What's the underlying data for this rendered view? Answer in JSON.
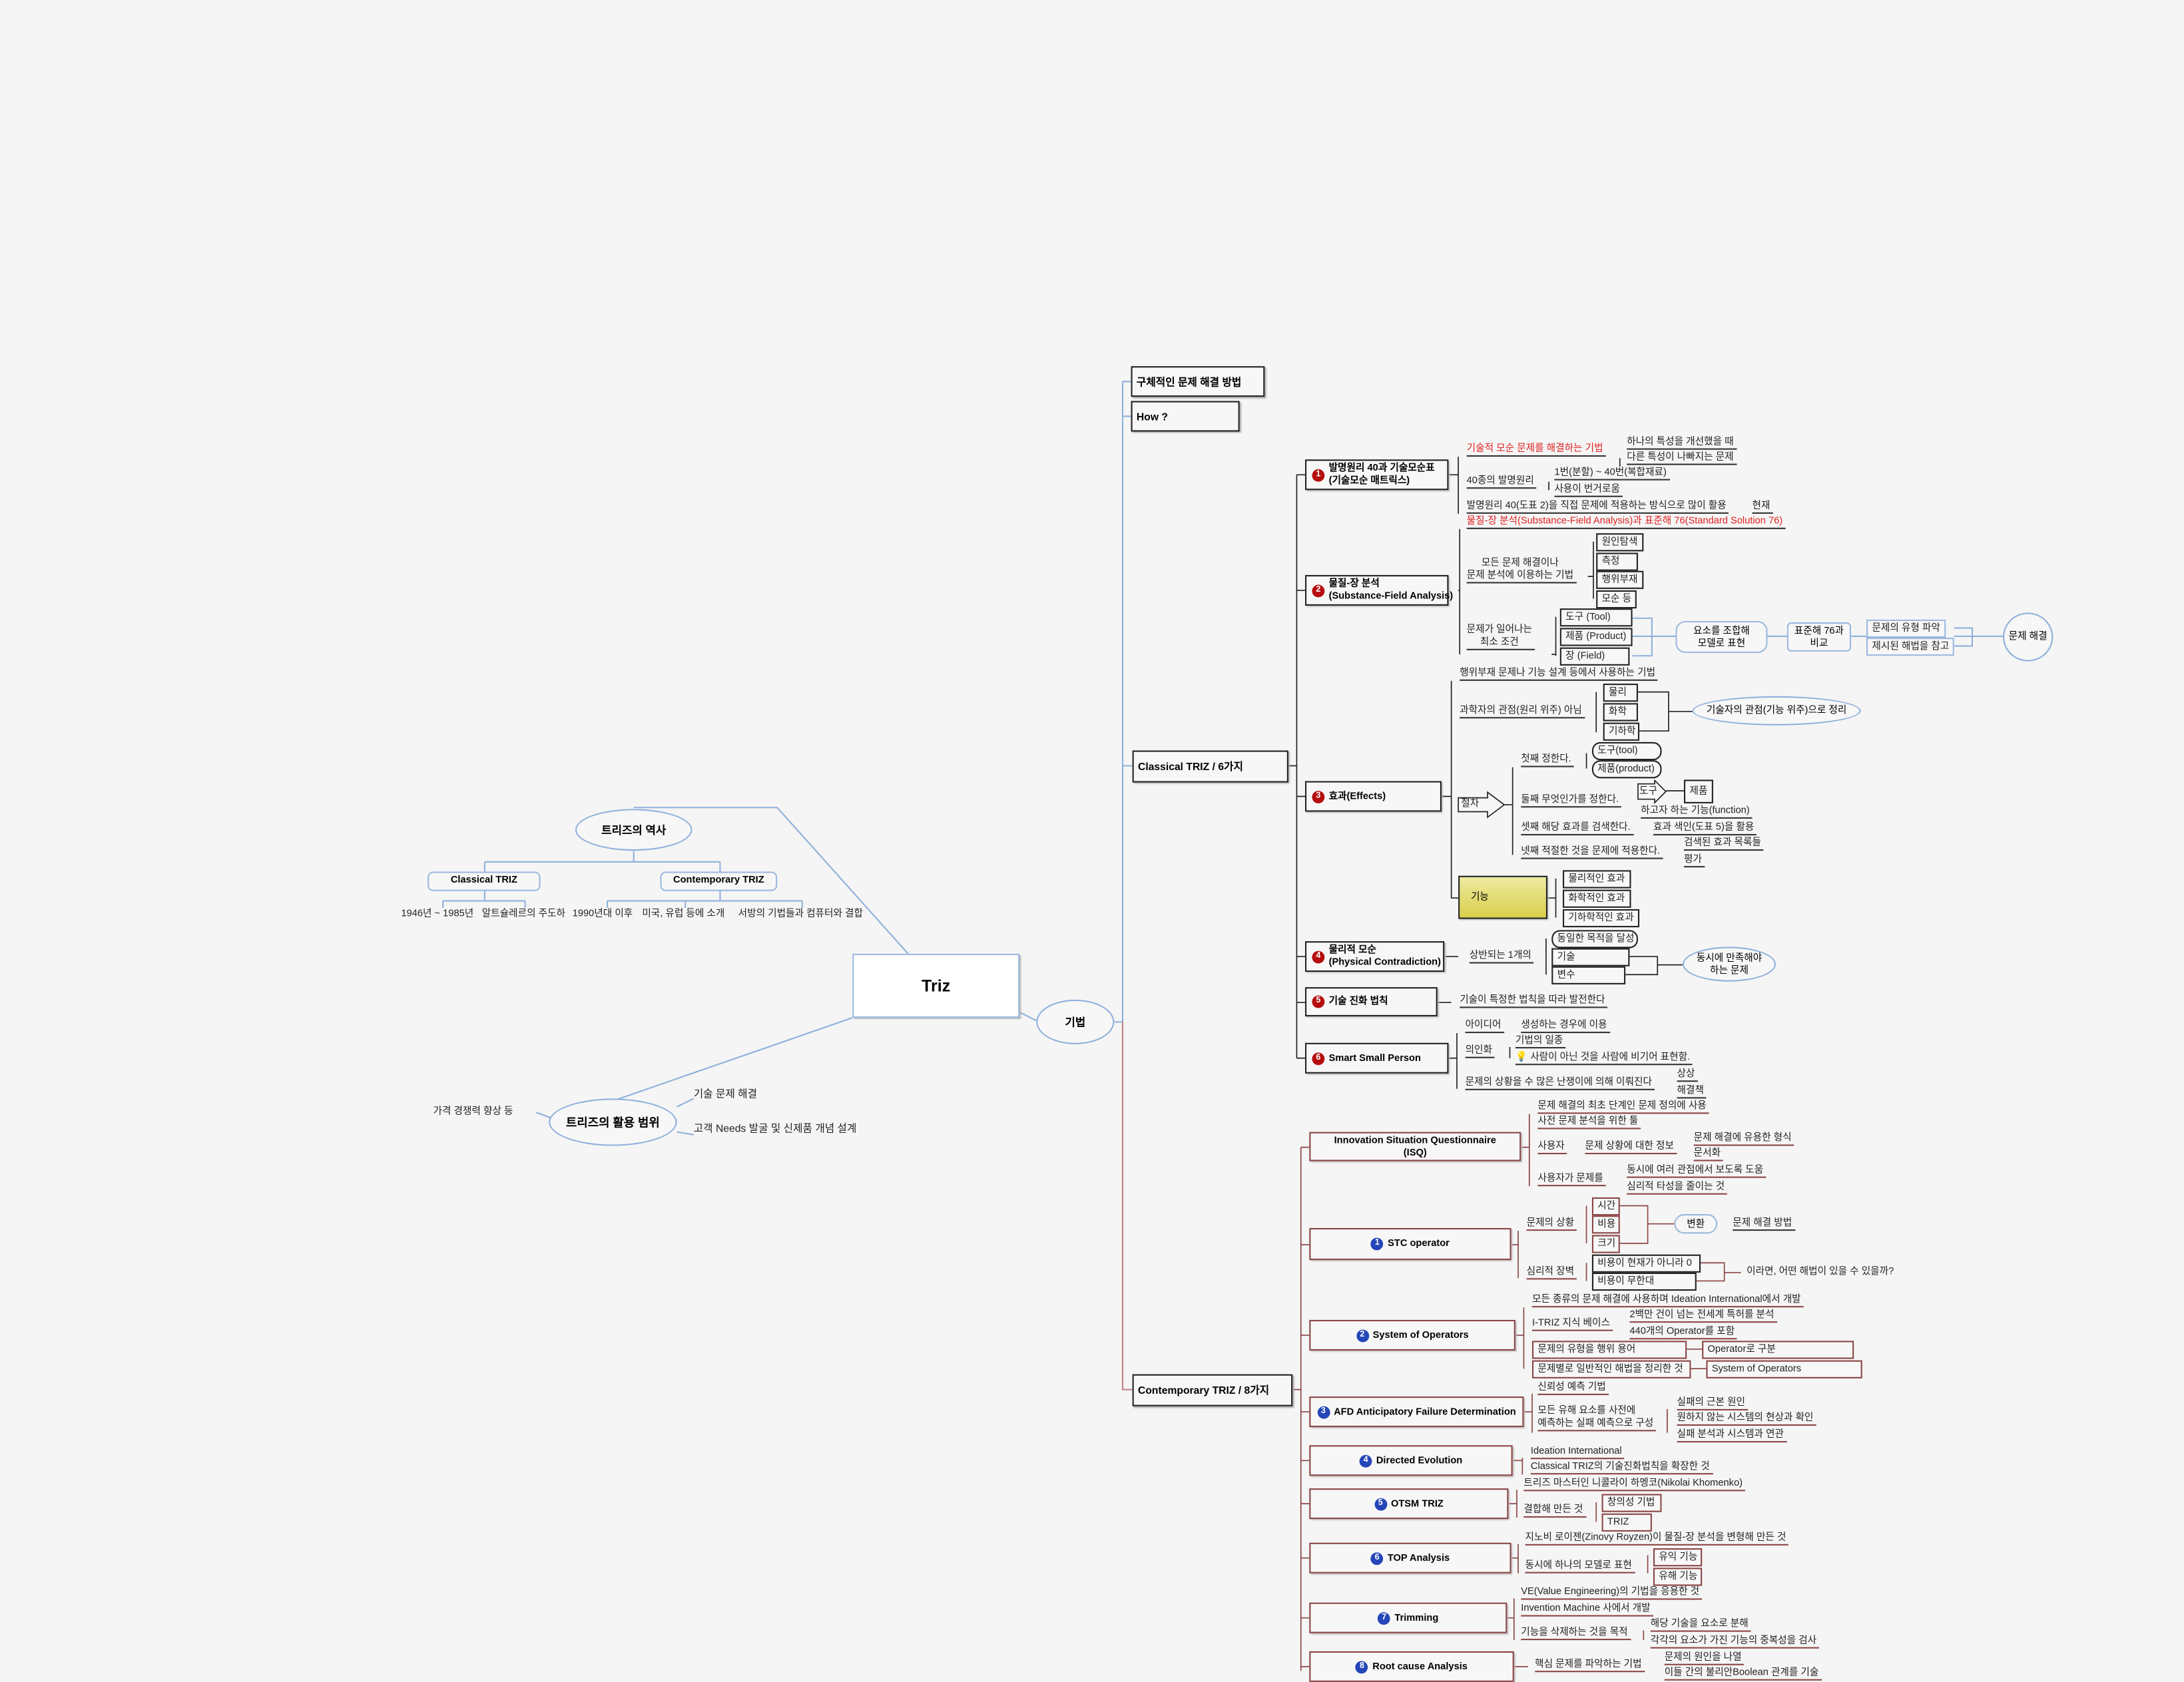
{
  "root": "Triz",
  "history": {
    "title": "트리즈의 역사",
    "classical": {
      "label": "Classical TRIZ",
      "details": [
        "1946년 ~ 1985년",
        "알트슐레르의 주도하"
      ]
    },
    "contemporary": {
      "label": "Contemporary TRIZ",
      "details": [
        "1990년대 이후",
        "미국, 유럽 등에 소개",
        "서방의 기법들과 컴퓨터와 결합"
      ]
    }
  },
  "usage": {
    "title": "트리즈의 활용 범위",
    "items": [
      "가격 경쟁력 향상 등",
      "기술 문제 해결",
      "고객 Needs 발굴 및 신제품 개념 설계"
    ]
  },
  "method": {
    "title": "기법",
    "concrete": "구체적인 문제 해결 방법",
    "how": "How ?"
  },
  "classical": {
    "title": "Classical TRIZ / 6가지",
    "c1": {
      "num": "1",
      "title": [
        "발명원리 40과 기술모순표",
        "(기술모순 매트릭스)"
      ],
      "red": "기술적 모순 문제를 해결하는 기법",
      "red_children": [
        "하나의 특성을 개선했을 때",
        "다른 특성이 나빠지는 문제"
      ],
      "principles": "40종의 발명원리",
      "principles_children": [
        "1번(분할) ~ 40번(복합재료)",
        "사용이 번거로움"
      ],
      "usage": "발명원리 40(도표 2)을 직접 문제에 적용하는 방식으로 많이 활용",
      "usage_child": "현재"
    },
    "c2": {
      "num": "2",
      "title": [
        "물질-장 분석",
        "(Substance-Field Analysis)"
      ],
      "red": "물질-장 분석(Substance-Field Analysis)과 표준해 76(Standard Solution 76)",
      "purpose": [
        "모든 문제 해결이나",
        "문제 분석에 이용하는 기법"
      ],
      "purpose_children": [
        "원인탐색",
        "측정",
        "행위부재",
        "모순 등"
      ],
      "condition": [
        "문제가 일어나는",
        "최소 조건"
      ],
      "condition_children": [
        "도구 (Tool)",
        "제품 (Product)",
        "장 (Field)"
      ],
      "model": [
        "요소를 조합해",
        "모델로 표현"
      ],
      "compare": [
        "표준해 76과",
        "비교"
      ],
      "compare_children": [
        "문제의 유형 파악",
        "제시된 해법을 참고"
      ],
      "result": "문제 해결"
    },
    "c3": {
      "num": "3",
      "title": "효과(Effects)",
      "usage": "행위부재 문제나 기능 설계 등에서 사용하는 기법",
      "view": "과학자의 관점(원리 위주) 아님",
      "view_children": [
        "물리",
        "화학",
        "기하학"
      ],
      "engineer": "기술자의 관점(기능 위주)으로 정리",
      "procedure": "절차",
      "step1": "첫째   정한다.",
      "step1_children": [
        "도구(tool)",
        "제품(product)"
      ],
      "step2": "둘째 무엇인가를 정한다.",
      "step2_tool": "도구",
      "step2_product": "제품",
      "step2_function": "하고자 하는 기능(function)",
      "step3": "셋째 해당 효과를 검색한다.",
      "step3_child": "효과 색인(도표 5)을 활용",
      "step4": "넷째 적절한 것을 문제에 적용한다.",
      "step4_children": [
        "검색된 효과 목록들",
        "평가"
      ],
      "function": "기능",
      "function_children": [
        "물리적인 효과",
        "화학적인 효과",
        "기하학적인 효과"
      ]
    },
    "c4": {
      "num": "4",
      "title": [
        "물리적 모순",
        "(Physical Contradiction)"
      ],
      "opposing": "상반되는 1개의",
      "children": [
        "동일한 목적을 달성",
        "기술",
        "변수"
      ],
      "result": [
        "동시에 만족해야",
        "하는 문제"
      ]
    },
    "c5": {
      "num": "5",
      "title": "기술 진화 법칙",
      "desc": "기술이 특정한 법칙을 따라 발전한다"
    },
    "c6": {
      "num": "6",
      "title": "Smart Small Person",
      "idea": "아이디어",
      "idea_child": "생성하는 경우에 이용",
      "personify": "의인화",
      "personify_children": [
        "기법의 일종",
        "사람이 아닌 것을 사람에 비기어 표현함."
      ],
      "situation": "문제의 상황을 수 많은 난쟁이에 의해 이뤄진다",
      "situation_children": [
        "상상",
        "해결책"
      ]
    }
  },
  "contemporary": {
    "title": "Contemporary TRIZ / 8가지",
    "isq": {
      "title": [
        "Innovation Situation Questionnaire",
        "(ISQ)"
      ],
      "items": [
        "문제 해결의 최초 단계인 문제 정의에 사용",
        "사전 문제 분석을 위한 툴"
      ],
      "user": "사용자",
      "user_info": "문제 상황에 대한 정보",
      "user_info_children": [
        "문제 해결에 유용한 형식",
        "문서화"
      ],
      "user_problem": "사용자가 문제를",
      "user_problem_children": [
        "동시에 여러 관점에서 보도록 도움",
        "심리적 타성을 줄이는 것"
      ]
    },
    "t1": {
      "num": "1",
      "title": "STC operator",
      "situation": "문제의 상황",
      "situation_children": [
        "시간",
        "비용",
        "크기"
      ],
      "transform": "변환",
      "transform_child": "문제 해결 방법",
      "barrier": "심리적 장벽",
      "barrier_children": [
        "비용이 현재가 아니라 0",
        "비용이 무한대"
      ],
      "barrier_result": "이라면, 어떤 해법이 있을 수 있을까?"
    },
    "t2": {
      "num": "2",
      "title": "System of Operators",
      "desc": "모든 종류의 문제 해결에 사용하며 Ideation International에서 개발",
      "kb": "I-TRIZ 지식 베이스",
      "kb_children": [
        "2백만 건이 넘는 전세계 특허를 분석",
        "440개의 Operator를 포함"
      ],
      "type": "문제의 유형을 행위 용어",
      "type_child": "Operator로 구분",
      "general": "문제별로 일반적인 해법을 정리한 것",
      "general_child": "System of Operators"
    },
    "t3": {
      "num": "3",
      "title": "AFD Anticipatory Failure Determination",
      "desc": "신뢰성 예측 기법",
      "compose": [
        "모든 유해 요소를 사전에",
        "예측하는 실패 예측으로 구성"
      ],
      "compose_children": [
        "실패의 근본 원인",
        "원하지 않는 시스템의 현상과 확인",
        "실패 분석과 시스템과 연관"
      ]
    },
    "t4": {
      "num": "4",
      "title": "Directed Evolution",
      "items": [
        "Ideation International",
        "Classical TRIZ의 기술진화법칙을 확장한 것"
      ]
    },
    "t5": {
      "num": "5",
      "title": "OTSM TRIZ",
      "master": "트리즈 마스터인 니콜라이 하멩코(Nikolai Khomenko)",
      "combine": "결합해 만든 것",
      "combine_children": [
        "창의성 기법",
        "TRIZ"
      ]
    },
    "t6": {
      "num": "6",
      "title": "TOP Analysis",
      "origin": "지노비 로이젠(Zinovy Royzen)이 물질-장 분석을 변형해 만든 것",
      "model": "동시에 하나의 모델로 표현",
      "model_children": [
        "유익 기능",
        "유해 기능"
      ]
    },
    "t7": {
      "num": "7",
      "title": "Trimming",
      "items": [
        "VE(Value Engineering)의 기법을 응용한 것",
        "Invention Machine 사에서 개발"
      ],
      "goal": "기능을 삭제하는 것을 목적",
      "goal_children": [
        "해당 기술을 요소로 분해",
        "각각의 요소가 가진 기능의 중복성을 검사"
      ]
    },
    "t8": {
      "num": "8",
      "title": "Root cause Analysis",
      "desc": "핵심 문제를 파악하는 기법",
      "desc_children": [
        "문제의 원인을 나열",
        "이들 간의 불리안Boolean 관계를 기술"
      ]
    }
  }
}
